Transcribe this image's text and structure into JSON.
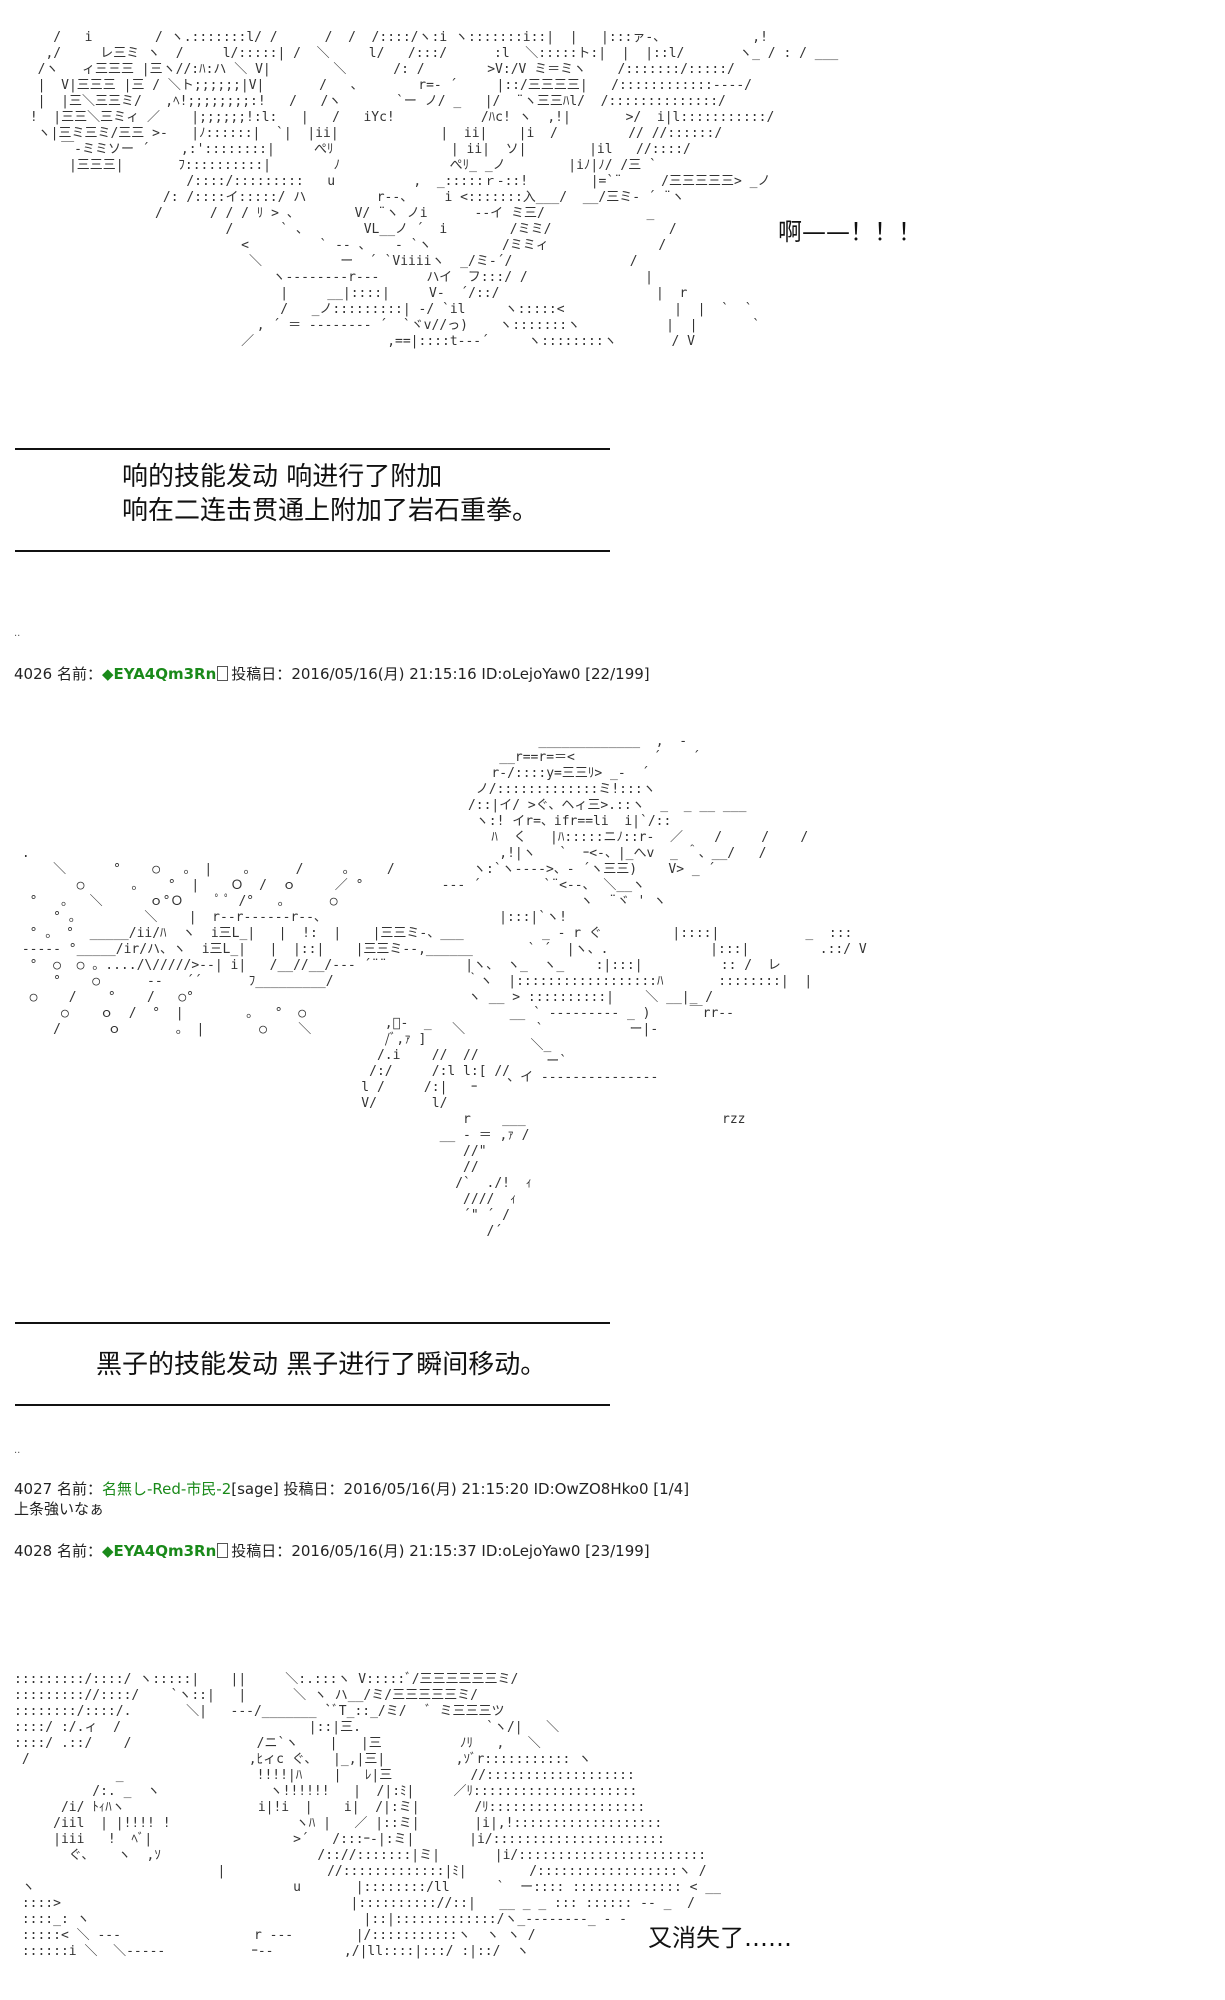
{
  "panel1": {
    "shout": "啊——！！！",
    "narration_lines": [
      "响的技能发动 响进行了附加",
      "响在二连击贯通上附加了岩石重拳。"
    ]
  },
  "post_4026": {
    "number": "4026",
    "name_label": "名前：",
    "name": "◆EYA4Qm3Rn",
    "date_label": "投稿日：",
    "date": "2016/05/16(月) 21:15:16",
    "id": "ID:oLejoYaw0",
    "count": "[22/199]"
  },
  "panel2": {
    "trailing_text": "rzz",
    "narration": "黑子的技能发动 黑子进行了瞬间移动。"
  },
  "post_4027": {
    "number": "4027",
    "name_label": "名前：",
    "name": "名無し-Red-市民-2",
    "sage": "[sage]",
    "date_label": "投稿日：",
    "date": "2016/05/16(月) 21:15:20",
    "id": "ID:OwZO8Hko0",
    "count": "[1/4]",
    "body": "上条強いなぁ"
  },
  "post_4028": {
    "number": "4028",
    "name_label": "名前：",
    "name": "◆EYA4Qm3Rn",
    "date_label": "投稿日：",
    "date": "2016/05/16(月) 21:15:37",
    "id": "ID:oLejoYaw0",
    "count": "[23/199]"
  },
  "panel3": {
    "caption": "又消失了……"
  }
}
